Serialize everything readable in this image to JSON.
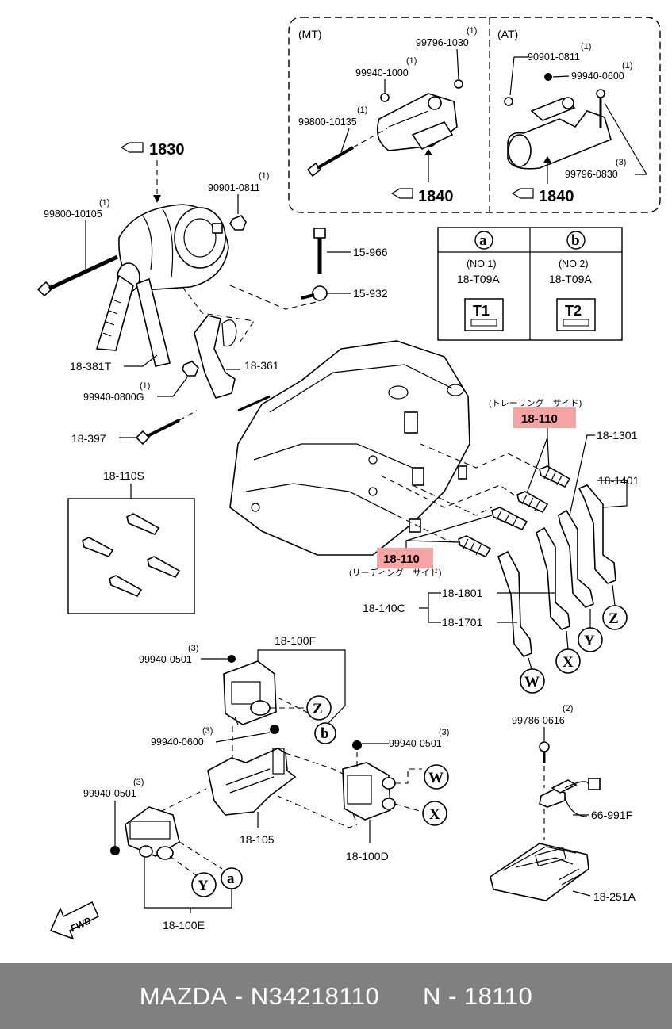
{
  "inset_mt": {
    "label": "(MT)",
    "parts": [
      {
        "pn": "99796-1030",
        "qty": "(1)"
      },
      {
        "pn": "99940-1000",
        "qty": "(1)"
      },
      {
        "pn": "99800-10135",
        "qty": "(1)"
      }
    ],
    "ref": "1840"
  },
  "inset_at": {
    "label": "(AT)",
    "parts": [
      {
        "pn": "90901-0811",
        "qty": "(1)"
      },
      {
        "pn": "99940-0600",
        "qty": "(1)"
      },
      {
        "pn": "99796-0830",
        "qty": "(3)"
      }
    ],
    "ref": "1840"
  },
  "ref_1830": "1830",
  "parts": {
    "p_99800_10105": {
      "pn": "99800-10105",
      "qty": "(1)"
    },
    "p_90901_0811": {
      "pn": "90901-0811",
      "qty": "(1)"
    },
    "p_15_966": "15-966",
    "p_15_932": "15-932",
    "p_18_381T": "18-381T",
    "p_18_361": "18-361",
    "p_99940_0800G": {
      "pn": "99940-0800G",
      "qty": "(1)"
    },
    "p_18_397": "18-397",
    "p_18_110S": "18-110S",
    "p_18_1301": "18-1301",
    "p_18_1401": "18-1401",
    "p_18_1801": "18-1801",
    "p_18_140C": "18-140C",
    "p_18_1701": "18-1701",
    "p_18_100F": "18-100F",
    "p_99940_0501_a": {
      "pn": "99940-0501",
      "qty": "(3)"
    },
    "p_99940_0600": {
      "pn": "99940-0600",
      "qty": "(3)"
    },
    "p_99940_0501_b": {
      "pn": "99940-0501",
      "qty": "(3)"
    },
    "p_99940_0501_c": {
      "pn": "99940-0501",
      "qty": "(3)"
    },
    "p_18_105": "18-105",
    "p_18_100D": "18-100D",
    "p_18_100E": "18-100E",
    "p_99786_0616": {
      "pn": "99786-0616",
      "qty": "(2)"
    },
    "p_66_991F": "66-991F",
    "p_18_251A": "18-251A"
  },
  "spark_plugs": {
    "trailing": {
      "pn": "18-110",
      "side": "(トレーリング　サイド)"
    },
    "leading": {
      "pn": "18-110",
      "side": "(リーディング　サイド)"
    },
    "highlight_color": "#f5a3a3"
  },
  "table": {
    "col_a": {
      "letter": "a",
      "no": "(NO.1)",
      "pn": "18-T09A",
      "mark": "T1"
    },
    "col_b": {
      "letter": "b",
      "no": "(NO.2)",
      "pn": "18-T09A",
      "mark": "T2"
    }
  },
  "callouts": {
    "w": "W",
    "x": "X",
    "y": "Y",
    "z": "Z",
    "a": "a",
    "b": "b"
  },
  "fwd": "FWD",
  "footer": {
    "brand": "MAZDA",
    "part_number": "N34218110",
    "code": "N - 18110",
    "bg_color": "#808080"
  }
}
